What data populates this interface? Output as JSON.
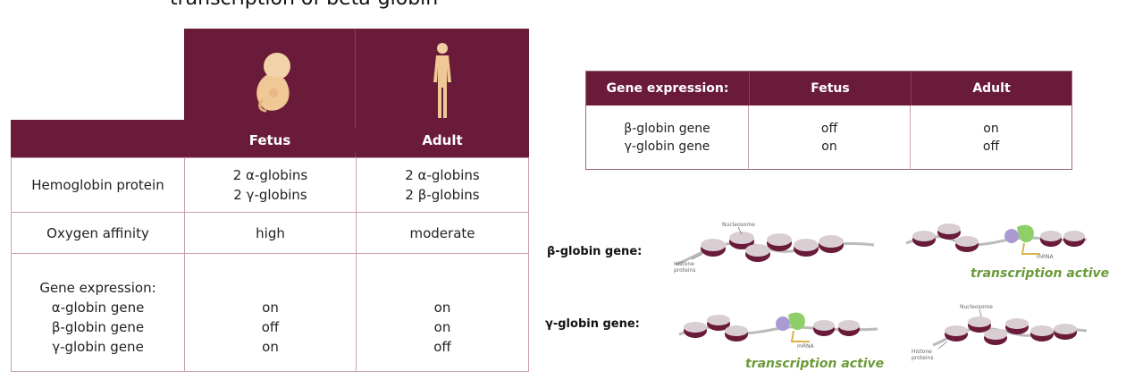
{
  "title": "transcription of beta-globin",
  "left_table": {
    "col_fetus": "Fetus",
    "col_adult": "Adult",
    "rows": [
      {
        "label": "Hemoglobin protein",
        "fetus": [
          "2 α-globins",
          "2 γ-globins"
        ],
        "adult": [
          "2 α-globins",
          "2 β-globins"
        ]
      },
      {
        "label": "Oxygen affinity",
        "fetus": "high",
        "adult": "moderate"
      },
      {
        "label": [
          "Gene expression:",
          "α-globin gene",
          "β-globin gene",
          "γ-globin gene"
        ],
        "fetus": [
          "on",
          "off",
          "on"
        ],
        "adult": [
          "on",
          "on",
          "off"
        ]
      }
    ]
  },
  "right_table": {
    "header": [
      "Gene expression:",
      "Fetus",
      "Adult"
    ],
    "genes": [
      "β-globin gene",
      "γ-globin gene"
    ],
    "fetus": [
      "off",
      "on"
    ],
    "adult": [
      "on",
      "off"
    ]
  },
  "diagram": {
    "beta_label": "β-globin gene:",
    "gamma_label": "γ-globin gene:",
    "nucleosome": "Nucleosome",
    "histone": [
      "Histone",
      "proteins"
    ],
    "mrna": "mRNA",
    "active": "transcription active"
  },
  "colors": {
    "maroon": "#6a1b39",
    "active_green": "#6b9a3a"
  }
}
